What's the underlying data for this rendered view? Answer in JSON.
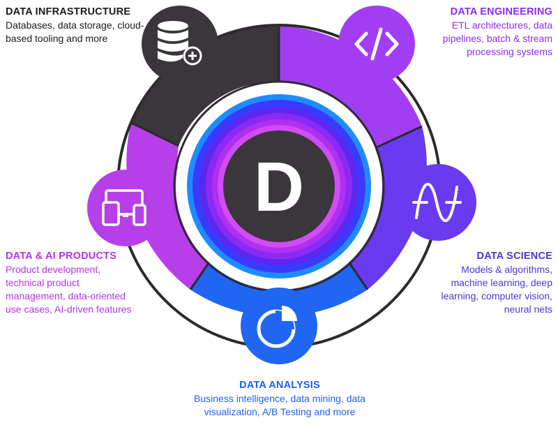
{
  "center_letter": "D",
  "colors": {
    "infrastructure": "#3a363b",
    "engineering": "#a13ef4",
    "science": "#6a3af0",
    "analysis": "#2066f2",
    "products": "#b73fea"
  },
  "segments": [
    {
      "key": "infrastructure",
      "title": "DATA INFRASTRUCTURE",
      "description": "Databases, data storage, cloud-based tooling and more",
      "icon": "database-add-icon"
    },
    {
      "key": "engineering",
      "title": "DATA ENGINEERING",
      "description": "ETL architectures, data pipelines, batch & stream processing systems",
      "icon": "code-icon"
    },
    {
      "key": "science",
      "title": "DATA SCIENCE",
      "description": "Models & algorithms, machine learning, deep learning, computer vision, neural nets",
      "icon": "wave-function-icon"
    },
    {
      "key": "analysis",
      "title": "DATA ANALYSIS",
      "description": "Business intelligence, data mining, data visualization, A/B Testing and more",
      "icon": "pie-chart-icon"
    },
    {
      "key": "products",
      "title": "DATA & AI PRODUCTS",
      "description": "Product development, technical product management, data-oriented use cases, AI-driven features",
      "icon": "devices-icon"
    }
  ]
}
